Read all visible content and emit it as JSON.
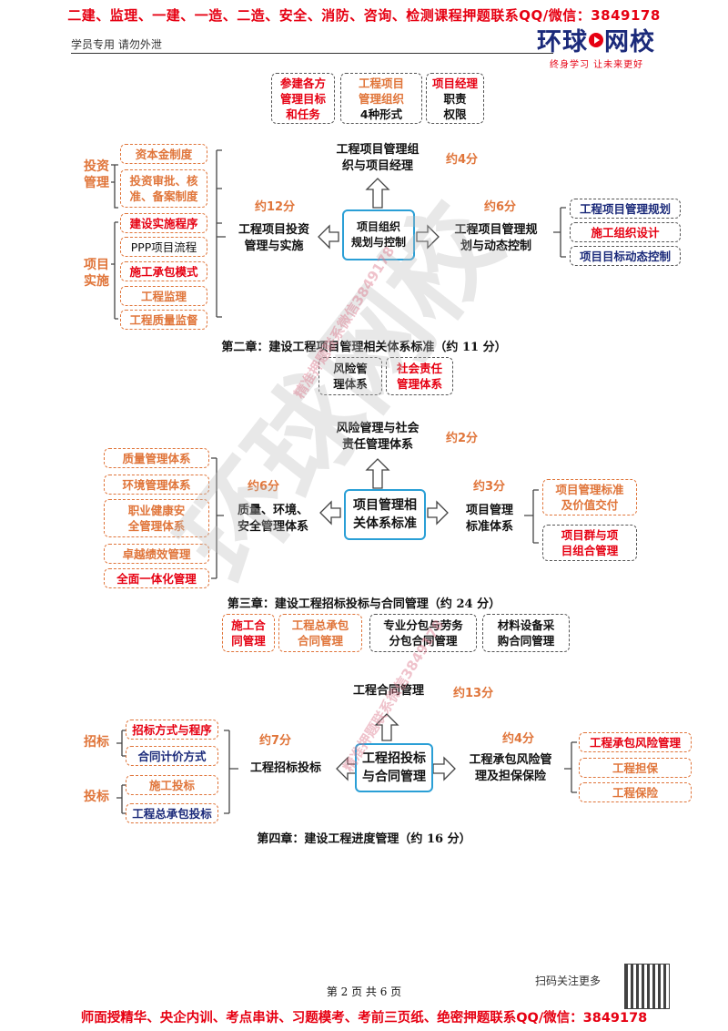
{
  "header": {
    "banner": "二建、监理、一建、一造、二造、安全、消防、咨询、检测课程押题联系QQ/微信：3849178",
    "note": "学员专用 请勿外泄",
    "logo_left": "环球",
    "logo_right": "网校",
    "logo_slogan": "终身学习 让未来更好"
  },
  "sec1": {
    "top_boxes": [
      {
        "l1": "参建各方",
        "l2": "管理目标",
        "l3": "和任务"
      },
      {
        "l1": "工程项目",
        "l2": "管理组织",
        "l3": "4种形式"
      },
      {
        "l1": "项目经理",
        "l2": "职责",
        "l3": "权限"
      }
    ],
    "top_label_1": "工程项目管理组",
    "top_label_2": "织与项目经理",
    "top_score": "约4分",
    "center_1": "项目组织",
    "center_2": "规划与控制",
    "left_label_1": "工程项目投资",
    "left_label_2": "管理与实施",
    "left_score": "约12分",
    "right_label_1": "工程项目管理规",
    "right_label_2": "划与动态控制",
    "right_score": "约6分",
    "side_invest_1": "投资",
    "side_invest_2": "管理",
    "side_impl_1": "项目",
    "side_impl_2": "实施",
    "invest_items": [
      "资本金制度",
      "投资审批、核",
      "准、备案制度"
    ],
    "impl_items": [
      "建设实施程序",
      "PPP项目流程",
      "施工承包模式",
      "工程监理",
      "工程质量监督"
    ],
    "right_items": [
      "工程项目管理规划",
      "施工组织设计",
      "项目目标动态控制"
    ]
  },
  "chapter2": "第二章：建设工程项目管理相关体系标准（约 11 分）",
  "sec2": {
    "top_boxes": [
      {
        "l1": "风险管",
        "l2": "理体系"
      },
      {
        "l1": "社会责任",
        "l2": "管理体系"
      }
    ],
    "top_label_1": "风险管理与社会",
    "top_label_2": "责任管理体系",
    "top_score": "约2分",
    "center_1": "项目管理相",
    "center_2": "关体系标准",
    "left_label_1": "质量、环境、",
    "left_label_2": "安全管理体系",
    "left_score": "约6分",
    "right_label_1": "项目管理",
    "right_label_2": "标准体系",
    "right_score": "约3分",
    "left_items": [
      "质量管理体系",
      "环境管理体系",
      "职业健康安",
      "全管理体系",
      "卓越绩效管理",
      "全面一体化管理"
    ],
    "right_items": [
      {
        "l1": "项目管理标准",
        "l2": "及价值交付"
      },
      {
        "l1": "项目群与项",
        "l2": "目组合管理"
      }
    ]
  },
  "chapter3": "第三章：建设工程招标投标与合同管理（约 24 分）",
  "sec3": {
    "top_boxes": [
      {
        "l1": "施工合",
        "l2": "同管理"
      },
      {
        "l1": "工程总承包",
        "l2": "合同管理"
      },
      {
        "l1": "专业分包与劳务",
        "l2": "分包合同管理"
      },
      {
        "l1": "材料设备采",
        "l2": "购合同管理"
      }
    ],
    "top_label": "工程合同管理",
    "top_score": "约13分",
    "center_1": "工程招投标",
    "center_2": "与合同管理",
    "left_label": "工程招标投标",
    "left_score": "约7分",
    "right_label_1": "工程承包风险管",
    "right_label_2": "理及担保保险",
    "right_score": "约4分",
    "side_tender": "招标",
    "side_bid": "投标",
    "tender_items": [
      "招标方式与程序",
      "合同计价方式"
    ],
    "bid_items": [
      "施工投标",
      "工程总承包投标"
    ],
    "right_items": [
      "工程承包风险管理",
      "工程担保",
      "工程保险"
    ]
  },
  "chapter4": "第四章：建设工程进度管理（约 16 分）",
  "footer": {
    "page": "第 2 页 共 6 页",
    "scan": "扫码关注更多",
    "banner": "师面授精华、央企内训、考点串讲、习题模考、考前三页纸、绝密押题联系QQ/微信：3849178"
  },
  "watermark": {
    "big": "环球网校",
    "small": "精准押题联系微信3849178"
  },
  "colors": {
    "red": "#e60012",
    "orange": "#e0753a",
    "navy": "#1b2a7a",
    "blue_border": "#2a9fd6"
  }
}
